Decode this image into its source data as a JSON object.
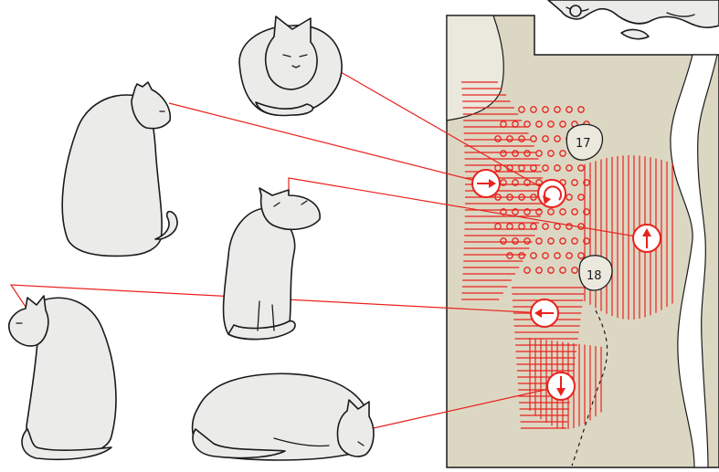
{
  "diagram": {
    "colors": {
      "cortex_background": "#dcd7c3",
      "midline_fill": "#ffffff",
      "sulcus_fill": "#ebe8dd",
      "accent_red": "#e8231e",
      "cat_fill": "#ebebea",
      "ink": "#1a1a1a"
    },
    "area_labels": [
      "17",
      "18"
    ],
    "markers": [
      {
        "name": "marker-arrow-right",
        "direction": "right"
      },
      {
        "name": "marker-arrow-rotate",
        "direction": "rotate"
      },
      {
        "name": "marker-arrow-up",
        "direction": "up"
      },
      {
        "name": "marker-arrow-left",
        "direction": "left"
      },
      {
        "name": "marker-arrow-down",
        "direction": "down"
      }
    ],
    "cats": [
      {
        "name": "cat-curled-asleep",
        "pose": "curled"
      },
      {
        "name": "cat-sitting-looking-right",
        "pose": "sitting-right"
      },
      {
        "name": "cat-sitting-looking-up",
        "pose": "sitting-up"
      },
      {
        "name": "cat-sitting-looking-left",
        "pose": "sitting-left"
      },
      {
        "name": "cat-crouching-looking-down",
        "pose": "crouching-down"
      }
    ]
  }
}
